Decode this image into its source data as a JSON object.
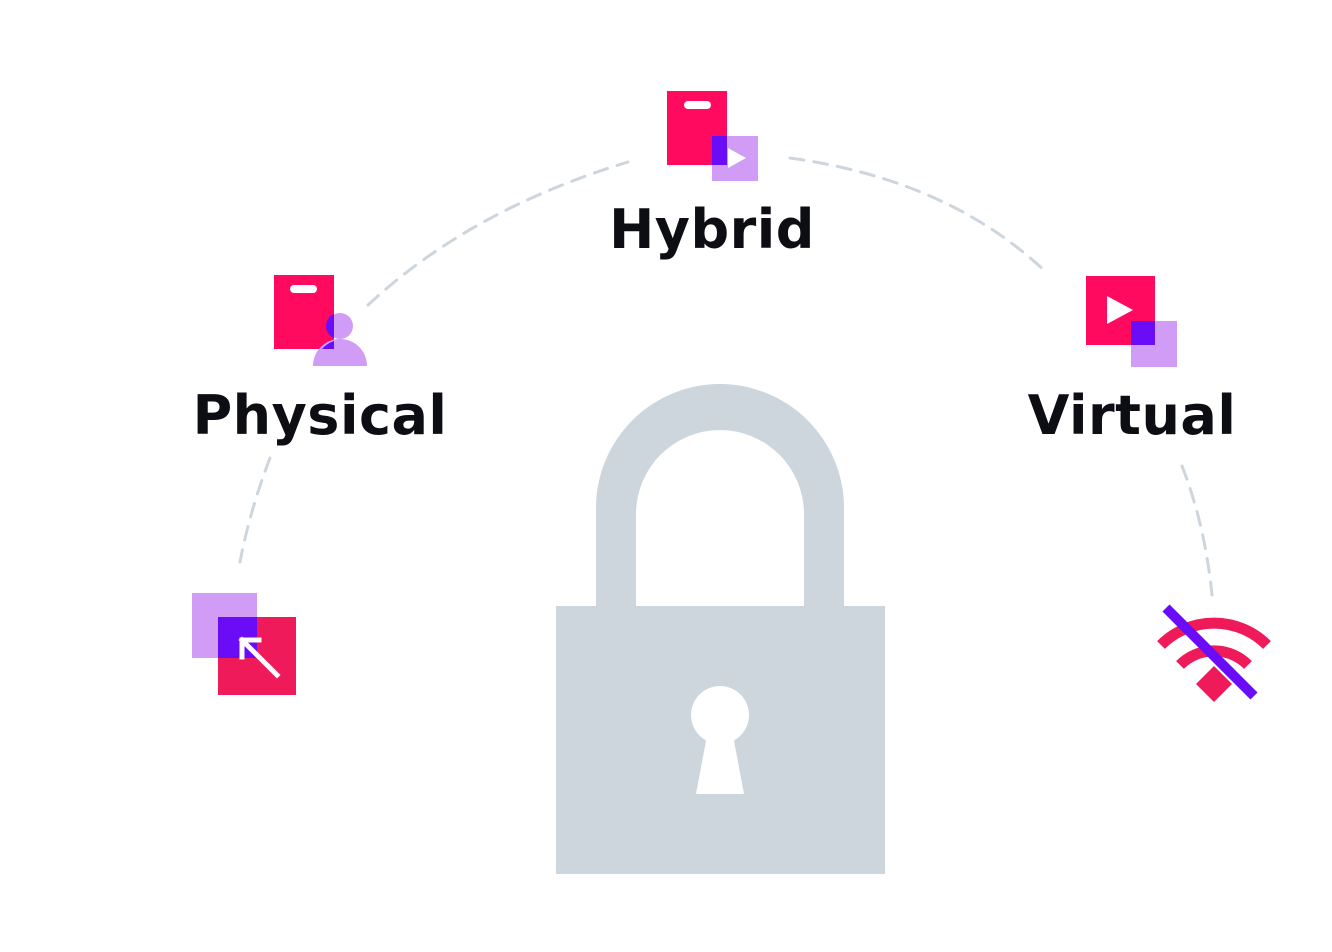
{
  "labels": {
    "hybrid": "Hybrid",
    "physical": "Physical",
    "virtual": "Virtual"
  },
  "icons": {
    "hybrid": "door-with-play-icon",
    "physical": "door-with-person-icon",
    "virtual": "play-squares-icon",
    "bottom_left": "cursor-arrow-squares-icon",
    "bottom_right": "wifi-off-icon",
    "center": "padlock-icon"
  },
  "colors": {
    "magenta": "#ff0a5e",
    "crimson": "#ef1a5a",
    "lavender": "#d09cf6",
    "violet": "#6a0cf5",
    "lock_gray": "#cdd5dd",
    "dash_gray": "#cdd5dd",
    "text": "#0d0d14"
  }
}
